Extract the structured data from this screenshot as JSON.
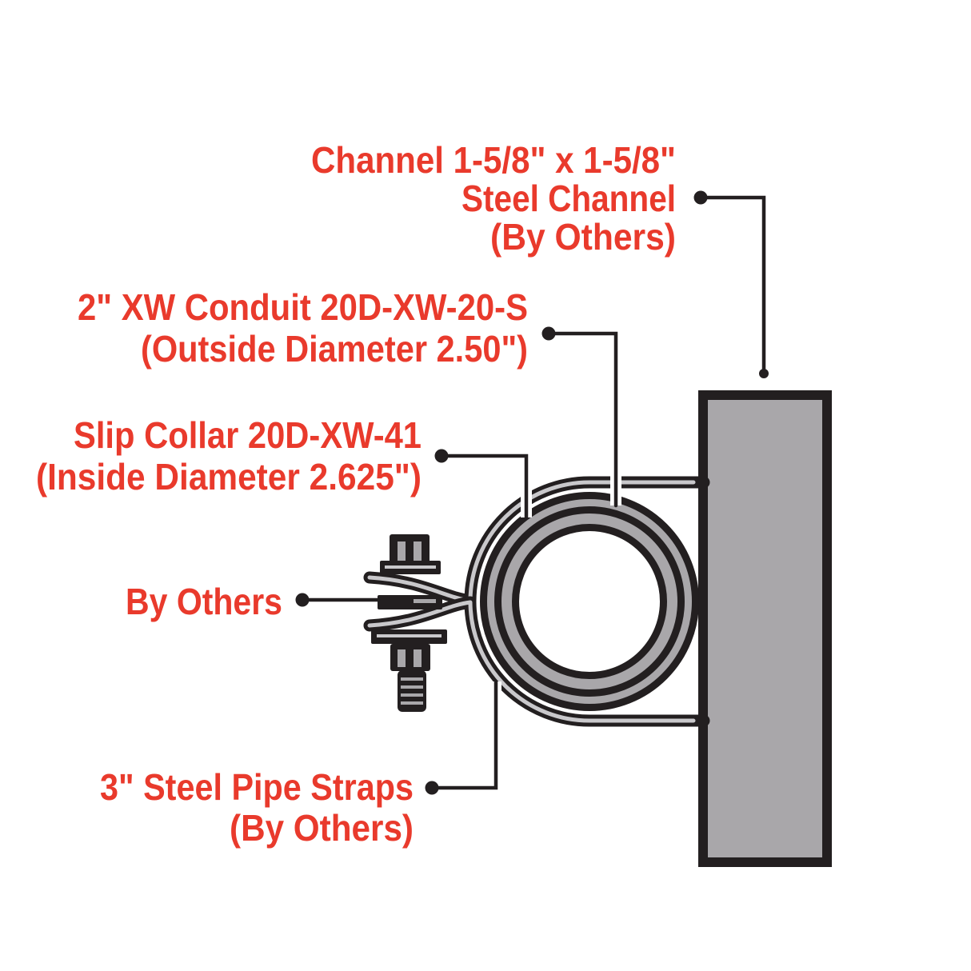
{
  "diagram": {
    "title_semantic": "Conduit slip collar channel mounting detail",
    "labels": {
      "channel": {
        "line1": "Channel 1-5/8\" x 1-5/8\"",
        "line2": "Steel Channel",
        "line3": "(By Others)"
      },
      "conduit": {
        "line1": "2\" XW Conduit 20D-XW-20-S",
        "line2": "(Outside Diameter 2.50\")"
      },
      "slip_collar": {
        "line1": "Slip Collar 20D-XW-41",
        "line2": "(Inside Diameter 2.625\")"
      },
      "bolt_hardware": {
        "line1": "By Others"
      },
      "straps": {
        "line1": "3\" Steel Pipe Straps",
        "line2": "(By Others)"
      }
    },
    "colors": {
      "label_red": "#e93a2c",
      "ink": "#231f20",
      "steel_gray": "#a9a7aa",
      "highlight_gray": "#c9c8cb",
      "background": "#ffffff"
    }
  }
}
